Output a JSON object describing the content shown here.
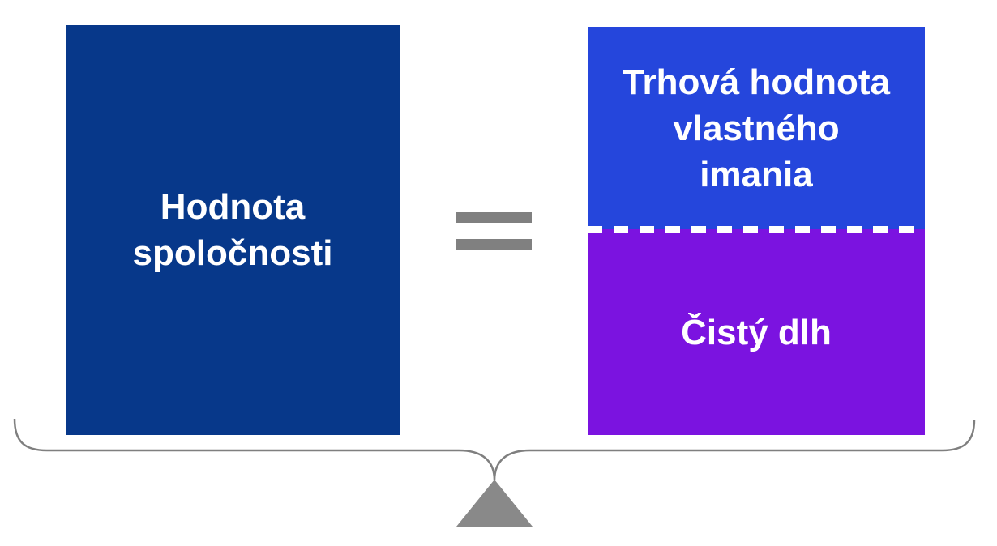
{
  "diagram": {
    "left_box": {
      "lines": [
        "Hodnota",
        "spoločnosti"
      ],
      "color": "#07388a"
    },
    "operator": "=",
    "right_box": {
      "equity": {
        "lines": [
          "Trhová hodnota",
          "vlastného",
          "imania"
        ],
        "color": "#2546dc"
      },
      "debt": {
        "label": "Čistý dlh",
        "color": "#7b13e0"
      }
    },
    "colors": {
      "equals_sign": "#808080",
      "beam_stroke": "#7f7f7f",
      "fulcrum_fill": "#898989",
      "divider": "#ffffff",
      "label_text": "#ffffff",
      "background": "#ffffff"
    }
  }
}
